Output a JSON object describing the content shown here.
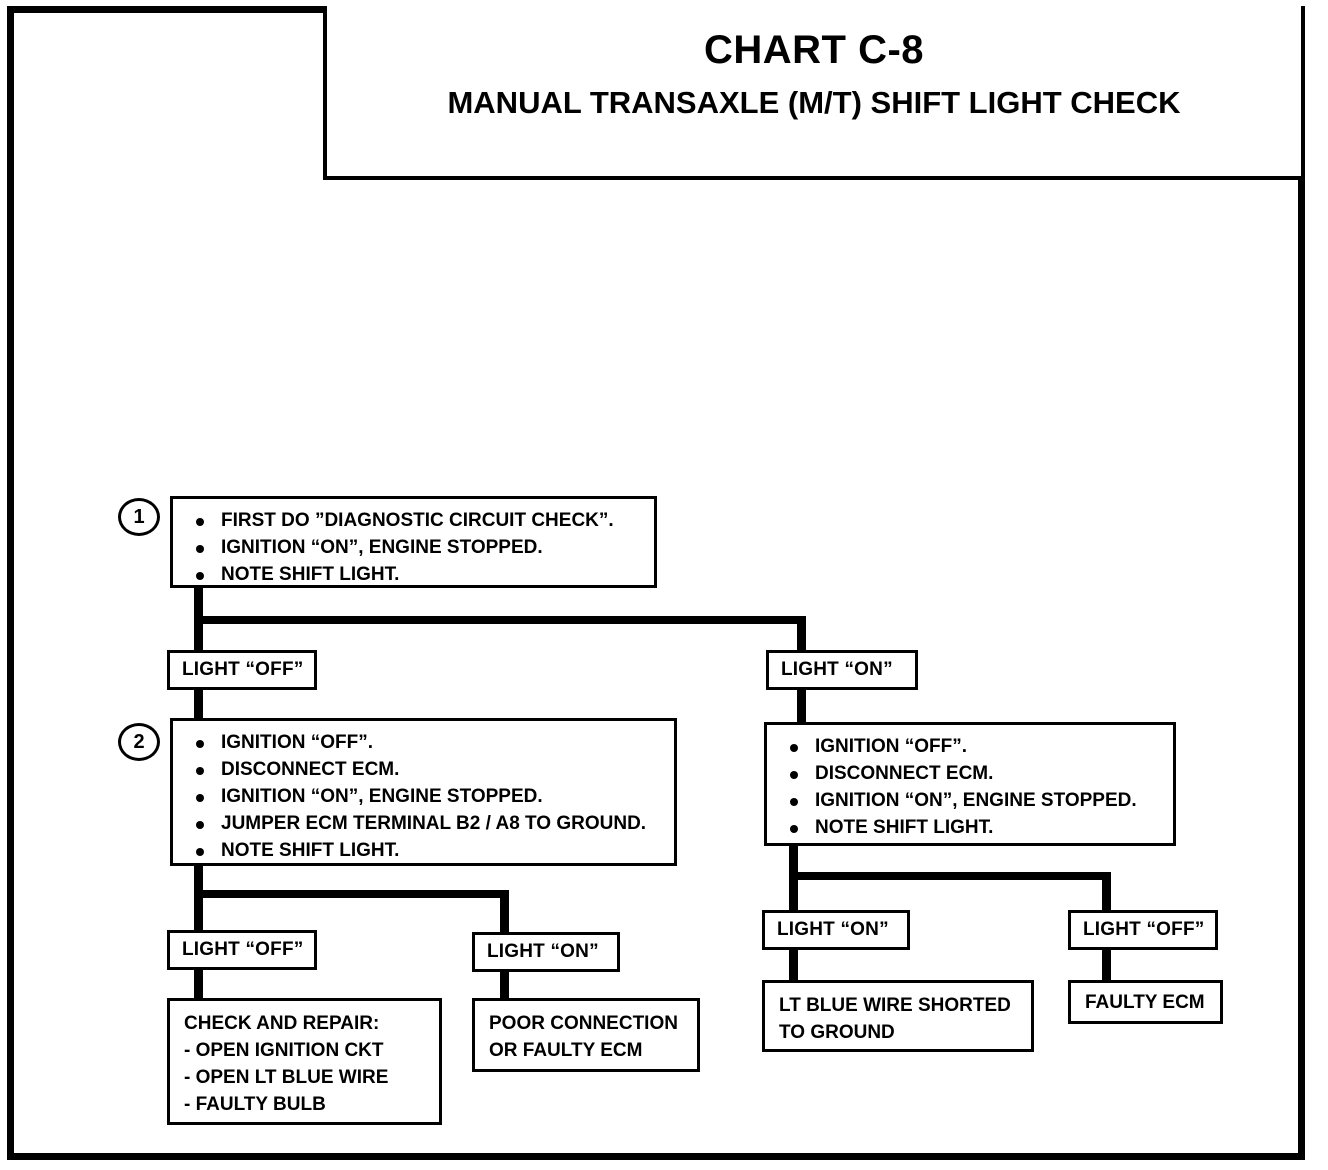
{
  "title": {
    "chart_number": "CHART C-8",
    "subtitle": "MANUAL TRANSAXLE (M/T) SHIFT LIGHT CHECK"
  },
  "steps": {
    "step1": {
      "number": "1",
      "bullets": [
        "FIRST DO ”DIAGNOSTIC CIRCUIT CHECK”.",
        "IGNITION “ON”, ENGINE STOPPED.",
        "NOTE SHIFT LIGHT."
      ]
    },
    "step2": {
      "number": "2",
      "bullets": [
        "IGNITION “OFF”.",
        "DISCONNECT ECM.",
        "IGNITION “ON”, ENGINE STOPPED.",
        "JUMPER ECM TERMINAL B2 / A8 TO GROUND.",
        "NOTE SHIFT LIGHT."
      ]
    },
    "step_right": {
      "bullets": [
        "IGNITION “OFF”.",
        "DISCONNECT ECM.",
        "IGNITION “ON”, ENGINE STOPPED.",
        "NOTE SHIFT LIGHT."
      ]
    }
  },
  "labels": {
    "l1_off": "LIGHT “OFF”",
    "l1_on": "LIGHT “ON”",
    "l2_off": "LIGHT “OFF”",
    "l2_on": "LIGHT “ON”",
    "r2_on": "LIGHT “ON”",
    "r2_off": "LIGHT “OFF”"
  },
  "results": {
    "check_and_repair": {
      "heading": "CHECK AND REPAIR:",
      "items": [
        "-  OPEN IGNITION CKT",
        "-  OPEN LT BLUE WIRE",
        "-  FAULTY BULB"
      ]
    },
    "poor_connection": {
      "line1": "POOR CONNECTION",
      "line2": "OR FAULTY ECM"
    },
    "shorted_to_ground": {
      "line1": "LT BLUE WIRE SHORTED",
      "line2": "TO GROUND"
    },
    "faulty_ecm": {
      "line1": "FAULTY ECM"
    }
  },
  "colors": {
    "ink": "#000000",
    "paper": "#ffffff"
  }
}
